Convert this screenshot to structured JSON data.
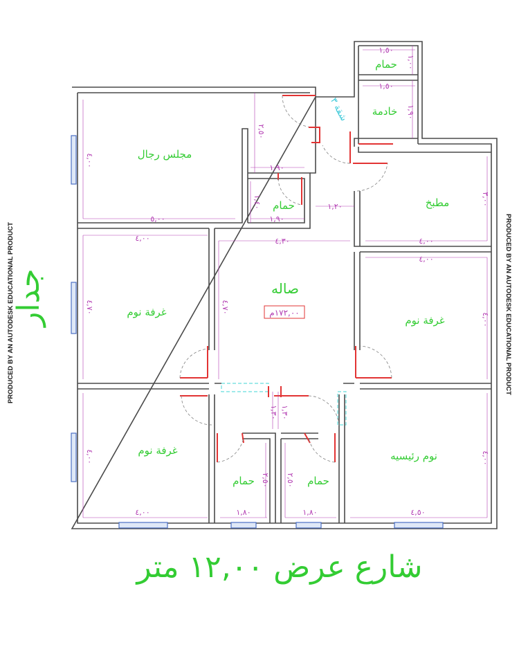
{
  "plan": {
    "apartment_label": "شقة ٣",
    "rooms": {
      "men_majlis": "مجلس رجال",
      "bath_small": "حمام",
      "bath_annex": "حمام",
      "maid": "خادمة",
      "kitchen": "مطبخ",
      "hall": "صاله",
      "hall_area": "١٧٢,٠٠م",
      "bedroom_left": "غرفة نوم",
      "bedroom_right": "غرفة نوم",
      "bedroom_bottom_left": "غرفة نوم",
      "master_bedroom": "نوم رئيسيه",
      "bath_bottom_1": "حمام",
      "bath_bottom_2": "حمام"
    },
    "dimensions": {
      "annex_bath_w": "١,٥٠",
      "annex_bath_h": "١,٠٠",
      "maid_w": "١,٥٠",
      "maid_h": "١,٩٠",
      "majlis_w": "٥,٠٠",
      "majlis_h": "٤,٠٠",
      "corridor_h": "٢,٥٠",
      "corridor_w": "١,٩٠",
      "bath_small_h": "١,٤٠",
      "bath_small_w": "١,٩٠",
      "passage": "١,٢٠",
      "kitchen_w": "٤,٠٠",
      "kitchen_h": "٣,٠٠",
      "bed_left_w": "٤,٠٠",
      "bed_left_h": "٤,٧٠",
      "hall_w": "٤,٣٠",
      "hall_h": "٤,٧٠",
      "bed_right_w": "٤,٠٠",
      "bed_right_h": "٤,٠٠",
      "bed_bl_w": "٤,٠٠",
      "bed_bl_h": "٤,٠٠",
      "bath_b1_w": "١,٨٠",
      "bath_b1_h": "٢,٥٠",
      "bath_b2_w": "١,٨٠",
      "bath_b2_h": "٢,٥٠",
      "lobby_1": "١,٣٠",
      "lobby_2": "١,٣٠",
      "master_w": "٤,٥٠",
      "master_h": "٤,٠٠"
    },
    "street_label": "شارع عرض ١٢,٠٠ متر",
    "north_label": "جدار",
    "watermark_left": "PRODUCED BY AN AUTODESK EDUCATIONAL PRODUCT",
    "watermark_right": "PRODUCED BY AN AUTODESK EDUCATIONAL PRODUCT",
    "colors": {
      "labels": "#33cc33",
      "dimensions": "#b23bb2",
      "doors": "#e23333",
      "walls": "#4a4a4a"
    }
  }
}
